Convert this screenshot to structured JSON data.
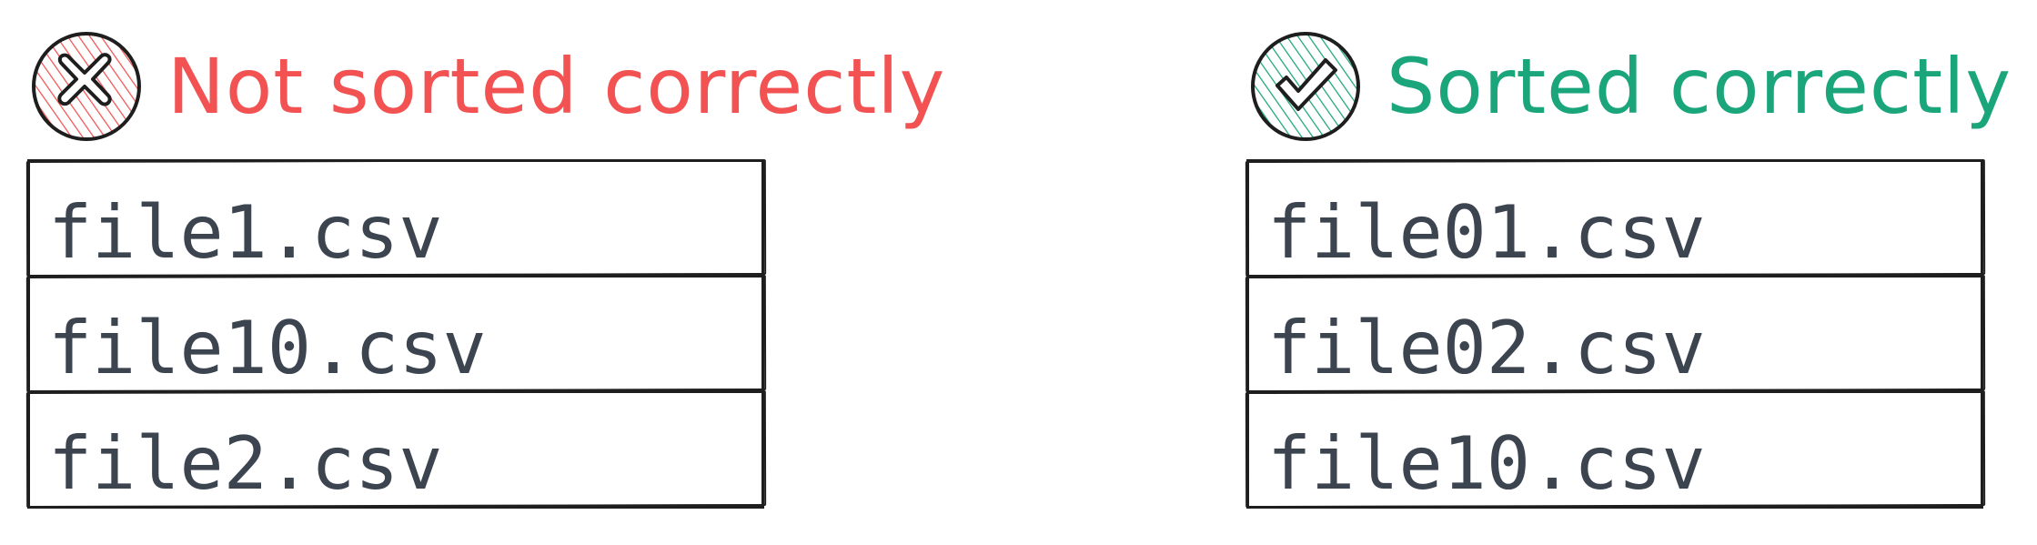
{
  "left_panel": {
    "title": "Not sorted correctly",
    "icon": "cross-icon",
    "accent_color": "#f25252",
    "files": [
      "file1.csv",
      "file10.csv",
      "file2.csv"
    ]
  },
  "right_panel": {
    "title": "Sorted correctly",
    "icon": "check-icon",
    "accent_color": "#1aa57a",
    "files": [
      "file01.csv",
      "file02.csv",
      "file10.csv"
    ]
  }
}
